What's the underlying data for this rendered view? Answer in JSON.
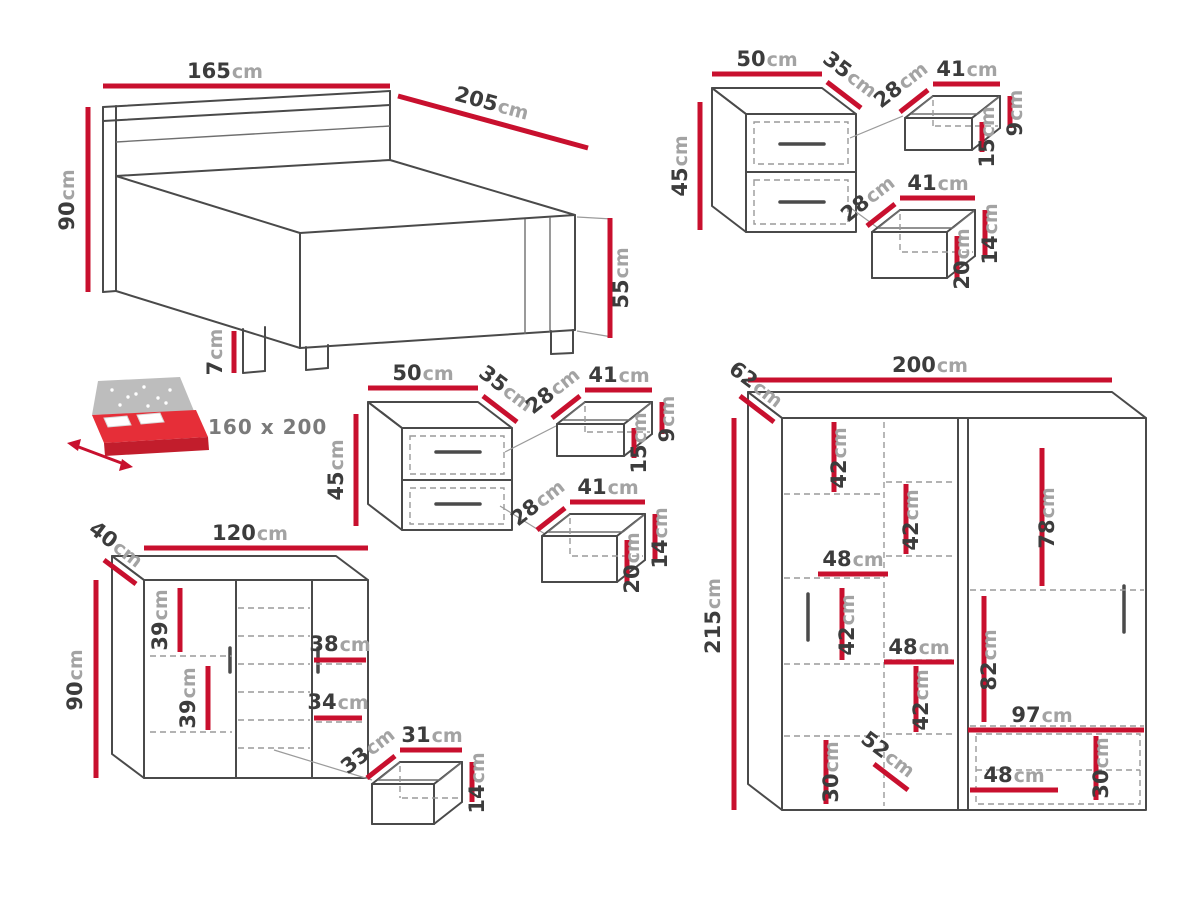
{
  "unit": "cm",
  "colors": {
    "dimension": "#c8102e",
    "outline": "#4a4a4a"
  },
  "bed": {
    "width": "165",
    "length": "205",
    "headboard_height": "90",
    "footboard_height": "55",
    "leg_height": "7",
    "mattress_size": "160 x 200",
    "icon": "bed-mattress-icon"
  },
  "nightstand_right": {
    "width": "50",
    "depth": "35",
    "height": "45",
    "drawer_top": {
      "depth": "28",
      "width": "41",
      "side_height": "9",
      "front_height": "15"
    },
    "drawer_bottom": {
      "depth": "28",
      "width": "41",
      "side_height": "14",
      "front_height": "20"
    }
  },
  "nightstand_center": {
    "width": "50",
    "depth": "35",
    "height": "45",
    "drawer_top": {
      "depth": "28",
      "width": "41",
      "side_height": "9",
      "front_height": "15"
    },
    "drawer_bottom": {
      "depth": "28",
      "width": "41",
      "side_height": "14",
      "front_height": "20"
    }
  },
  "chest": {
    "depth": "40",
    "width": "120",
    "height": "90",
    "compartments": {
      "upper_left_height": "39",
      "upper_right_width": "38",
      "lower_left_height": "39",
      "lower_right_width": "34"
    },
    "drawer": {
      "depth": "33",
      "width": "31",
      "height": "14"
    }
  },
  "wardrobe": {
    "depth": "62",
    "width": "200",
    "height": "215",
    "compartments": {
      "upper_left_height": "42",
      "middle_upper_height": "42",
      "hanging_section_height": "78",
      "left_shelf_width": "48",
      "left_middle_height": "42",
      "middle_shelf_width": "48",
      "middle_lower_height": "42",
      "right_section_height": "82",
      "bottom_section_width": "97",
      "bottom_left_height": "30",
      "bottom_depth": "52",
      "bottom_drawer_width": "48",
      "bottom_right_height": "30"
    }
  }
}
